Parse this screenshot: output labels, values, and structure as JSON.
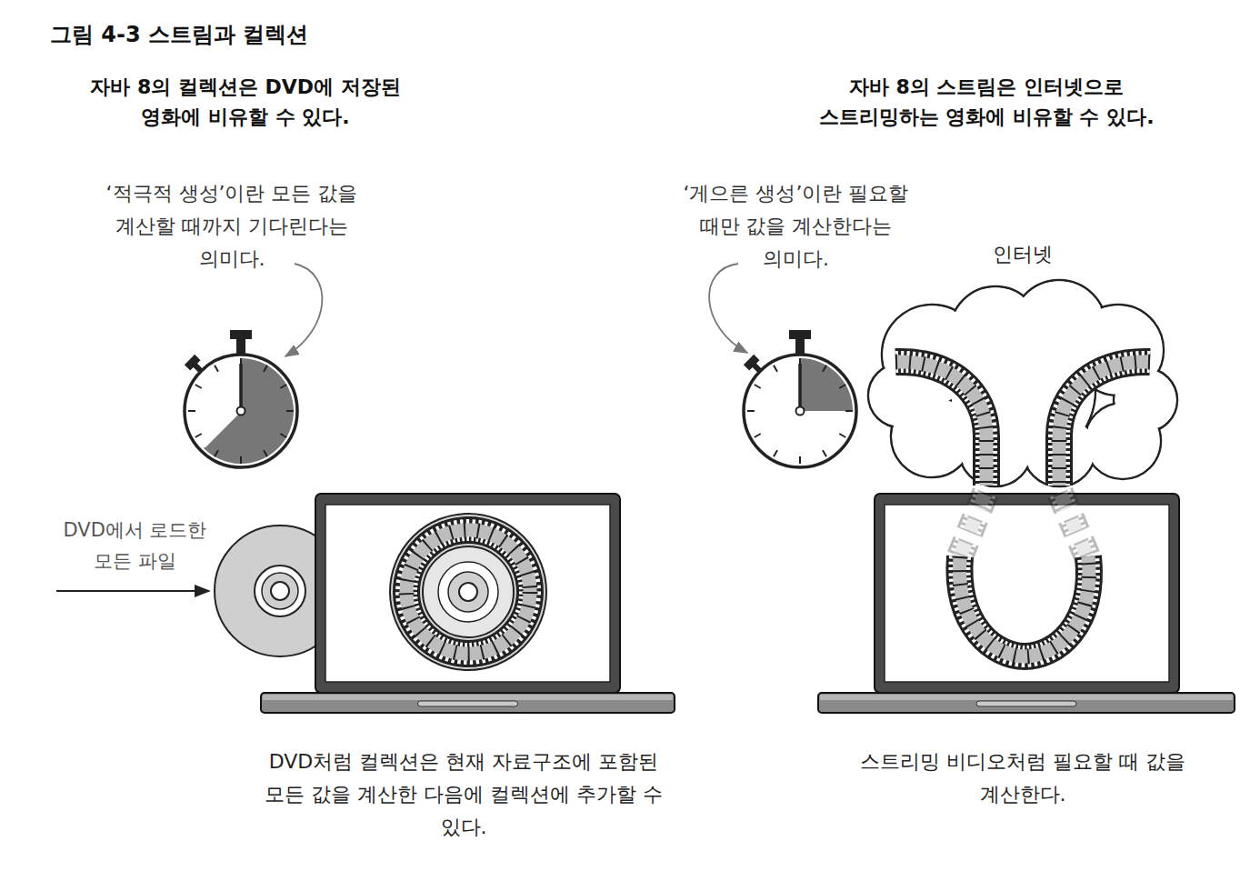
{
  "diagram": {
    "title": "그림 4-3 스트림과 컬렉션",
    "nodes": [
      {
        "text": [
          "인터넷"
        ]
      }
    ],
    "labels": [
      "자바 8의 컬렉션은 DVD에 저장된 영화에 비유할 수 있다.",
      "자바 8의 스트림은 인터넷으로 스트리밍하는 영화에 비유할 수 있다.",
      "‘적극적 생성’이란 모든 값을 계산할 때까지 기다린다는 의미다.",
      "‘게으른 생성’이란 필요할 때만 값을 계산한다는 의미다.",
      "DVD에서 로드한 모든 파일",
      "DVD처럼 컬렉션은 현재 자료구조에 포함된 모든 값을 계산한 다음에 컬렉션에 추가할 수 있다.",
      "스트리밍 비디오처럼 필요할 때 값을 계산한다."
    ]
  }
}
